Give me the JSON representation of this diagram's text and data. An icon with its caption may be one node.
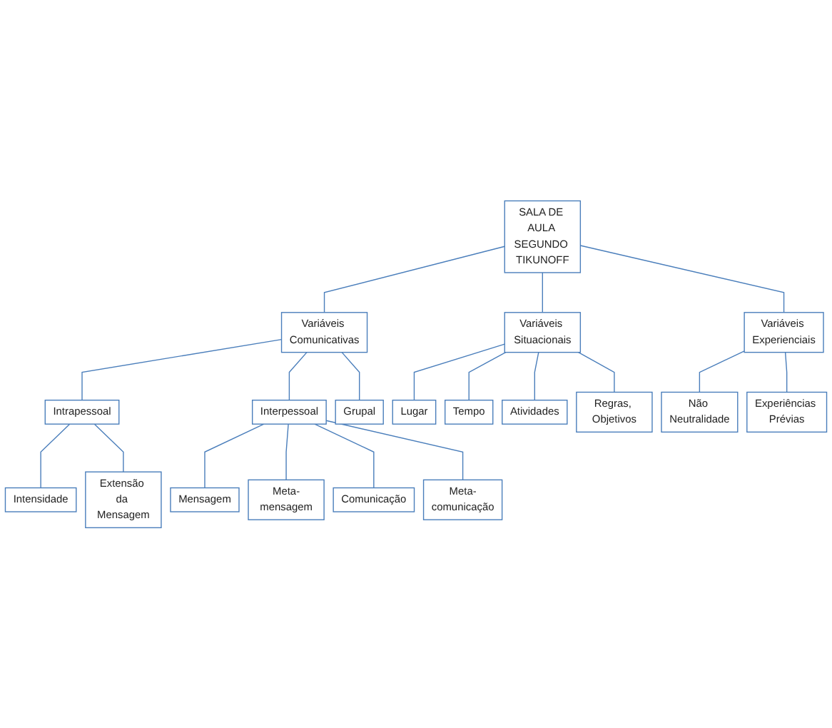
{
  "diagram": {
    "nodes": [
      {
        "text": [
          "SALA DE AULA SEGUNDO TIKUNOFF"
        ]
      },
      {
        "text": [
          "Variáveis Comunicativas"
        ]
      },
      {
        "text": [
          "Variáveis Situacionais"
        ]
      },
      {
        "text": [
          "Variáveis Experienciais"
        ]
      },
      {
        "text": [
          "Intrapessoal"
        ]
      },
      {
        "text": [
          "Interpessoal"
        ]
      },
      {
        "text": [
          "Grupal"
        ]
      },
      {
        "text": [
          "Intensidade"
        ]
      },
      {
        "text": [
          "Extensão da Mensagem"
        ]
      },
      {
        "text": [
          "Mensagem"
        ]
      },
      {
        "text": [
          "Meta-mensagem"
        ]
      },
      {
        "text": [
          "Comunicação"
        ]
      },
      {
        "text": [
          "Meta-comunicação"
        ]
      },
      {
        "text": [
          "Lugar"
        ]
      },
      {
        "text": [
          "Tempo"
        ]
      },
      {
        "text": [
          "Atividades"
        ]
      },
      {
        "text": [
          "Regras, Objetivos"
        ]
      },
      {
        "text": [
          "Não Neutralidade"
        ]
      },
      {
        "text": [
          "Experiências Prévias"
        ]
      }
    ],
    "edges": [
      {
        "from": 0,
        "to": 1,
        "arrow": "none"
      },
      {
        "from": 0,
        "to": 2,
        "arrow": "none"
      },
      {
        "from": 0,
        "to": 3,
        "arrow": "none"
      },
      {
        "from": 1,
        "to": 4,
        "arrow": "none"
      },
      {
        "from": 1,
        "to": 5,
        "arrow": "none"
      },
      {
        "from": 1,
        "to": 6,
        "arrow": "none"
      },
      {
        "from": 4,
        "to": 7,
        "arrow": "none"
      },
      {
        "from": 4,
        "to": 8,
        "arrow": "none"
      },
      {
        "from": 5,
        "to": 9,
        "arrow": "none"
      },
      {
        "from": 5,
        "to": 10,
        "arrow": "none"
      },
      {
        "from": 5,
        "to": 11,
        "arrow": "none"
      },
      {
        "from": 5,
        "to": 12,
        "arrow": "none"
      },
      {
        "from": 2,
        "to": 13,
        "arrow": "none"
      },
      {
        "from": 2,
        "to": 14,
        "arrow": "none"
      },
      {
        "from": 2,
        "to": 15,
        "arrow": "none"
      },
      {
        "from": 2,
        "to": 16,
        "arrow": "none"
      },
      {
        "from": 3,
        "to": 17,
        "arrow": "none"
      },
      {
        "from": 3,
        "to": 18,
        "arrow": "none"
      }
    ]
  }
}
